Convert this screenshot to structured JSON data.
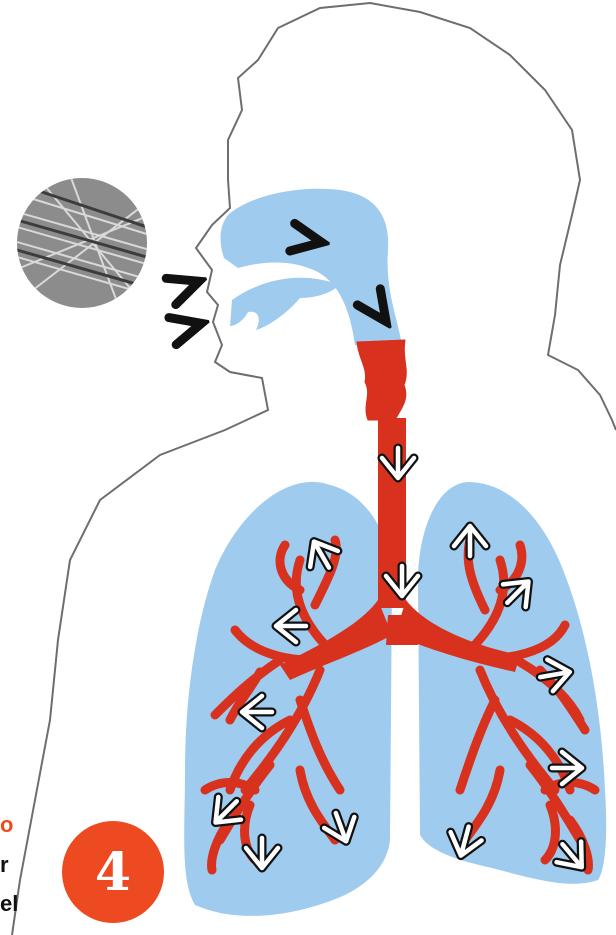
{
  "colors": {
    "airway_blue": "#9fcbef",
    "bronchi_red": "#d8311e",
    "outline": "#6e6e6e",
    "badge": "#ee4a21",
    "accent_text": "#ee4a21",
    "arrow_dark": "#111111",
    "arrow_light_fill": "#ffffff"
  },
  "icons": {
    "fiber_sample": "fiber-micrograph-icon",
    "inhale_arrow": "inhale-arrow-icon",
    "flow_arrow": "flow-arrow-icon"
  },
  "side_text": {
    "line1": "o",
    "line2": "r",
    "line3": "el"
  },
  "badge": {
    "number": "4"
  }
}
